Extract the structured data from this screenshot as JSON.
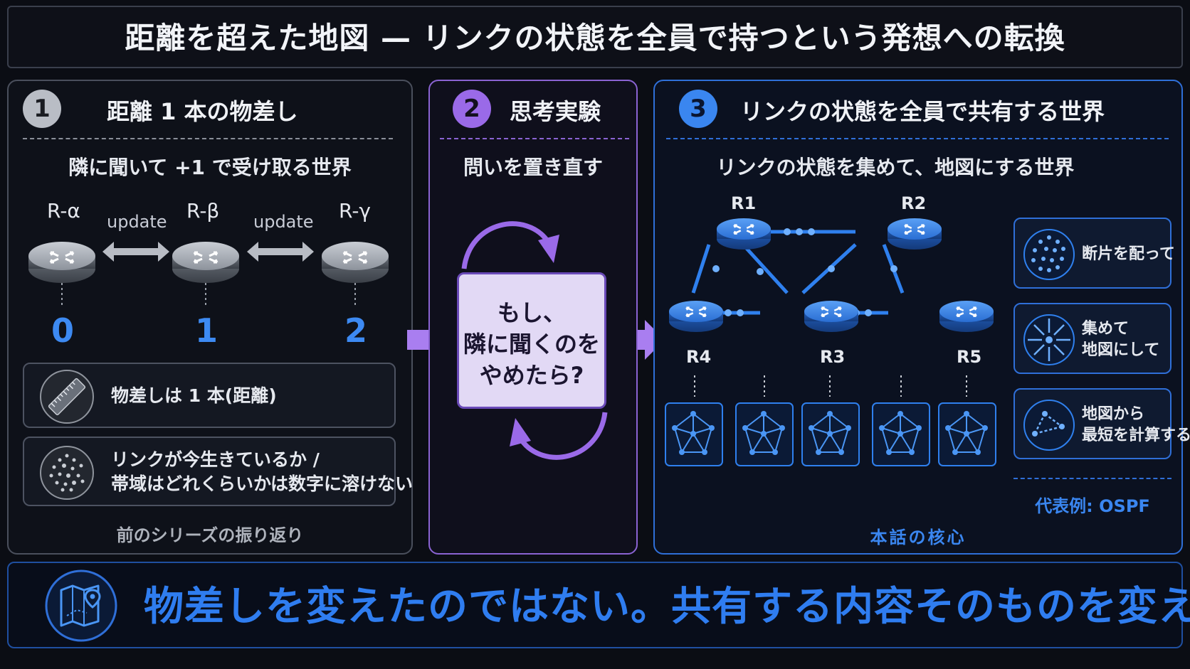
{
  "title": "距離を超えた地図 — リンクの状態を全員で持つという発想への転換",
  "panel1": {
    "number": "1",
    "title": "距離 1 本の物差し",
    "subtitle": "隣に聞いて +1 で受け取る世界",
    "routers": [
      {
        "name": "R-α",
        "distance": "0"
      },
      {
        "name": "R-β",
        "distance": "1"
      },
      {
        "name": "R-γ",
        "distance": "2"
      }
    ],
    "update_labels": [
      "update",
      "update"
    ],
    "cards": [
      {
        "icon": "ruler-icon",
        "text": "物差しは 1 本(距離)"
      },
      {
        "icon": "dots-circle-icon",
        "line1": "リンクが今生きているか /",
        "line2": "帯域はどれくらいかは数字に溶けない"
      }
    ],
    "footer": "前のシリーズの振り返り"
  },
  "panel2": {
    "number": "2",
    "title": "思考実験",
    "subtitle": "問いを置き直す",
    "question_lines": [
      "もし、",
      "隣に聞くのを",
      "やめたら?"
    ]
  },
  "panel3": {
    "number": "3",
    "title": "リンクの状態を全員で共有する世界",
    "subtitle": "リンクの状態を集めて、地図にする世界",
    "nodes": [
      "R1",
      "R2",
      "R4",
      "R3",
      "R5"
    ],
    "steps": [
      {
        "icon": "scatter-icon",
        "line1": "断片を配って",
        "line2": ""
      },
      {
        "icon": "gather-icon",
        "line1": "集めて",
        "line2": "地図にして"
      },
      {
        "icon": "path-icon",
        "line1": "地図から",
        "line2": "最短を計算する"
      }
    ],
    "example": "代表例: OSPF",
    "footer": "本話の核心"
  },
  "bottom": {
    "icon": "map-pin-icon",
    "text": "物差しを変えたのではない。共有する内容そのものを変えた"
  },
  "colors": {
    "panel1_accent": "#9aa0aa",
    "panel2_accent": "#8a63d2",
    "panel3_accent": "#2f6fd8",
    "distance_blue": "#3d8af2"
  }
}
